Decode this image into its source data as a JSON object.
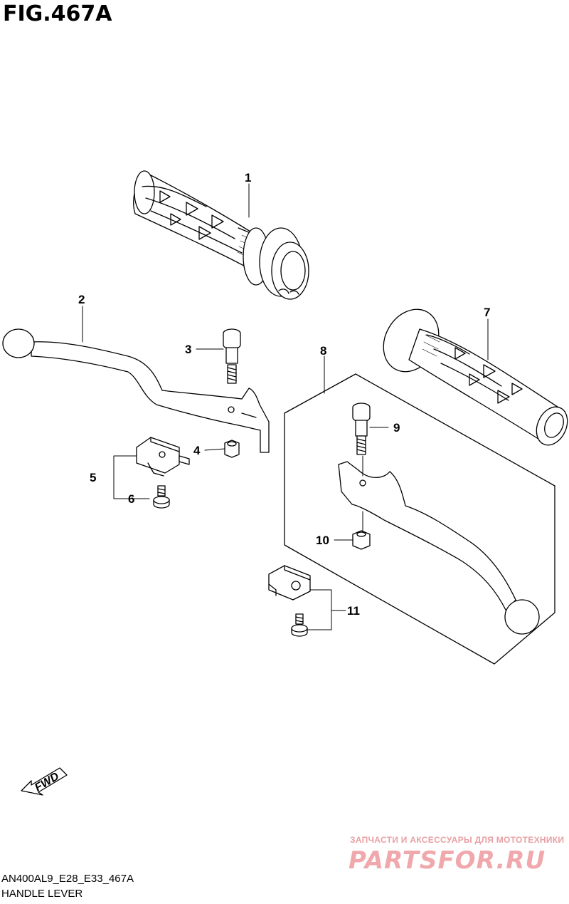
{
  "figure": {
    "title": "FIG.467A",
    "model_code": "AN400AL9_E28_E33_467A",
    "section_name": "HANDLE LEVER"
  },
  "callouts": {
    "c1": "1",
    "c2": "2",
    "c3": "3",
    "c4": "4",
    "c5": "5",
    "c6": "6",
    "c7": "7",
    "c8": "8",
    "c9": "9",
    "c10": "10",
    "c11": "11"
  },
  "direction_indicator": {
    "label": "FWD"
  },
  "watermark": {
    "line1": "ЗАПЧАСТИ И АКСЕССУАРЫ ДЛЯ МОТОТЕХНИКИ",
    "line2": "PARTSFOR.RU"
  }
}
